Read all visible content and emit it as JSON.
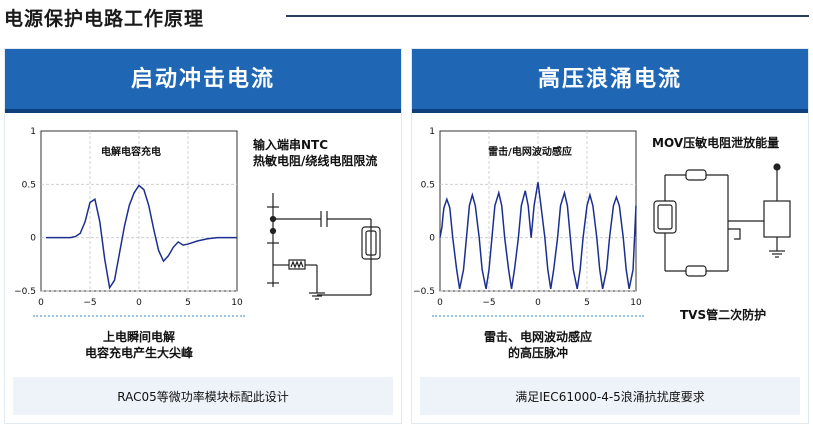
{
  "page": {
    "title": "电源保护电路工作原理"
  },
  "left_panel": {
    "header": "启动冲击电流",
    "chart_title": "电解电容充电",
    "side_title_line1": "输入端串NTC",
    "side_title_line2": "热敏电阻/绕线电阻限流",
    "caption_line1": "上电瞬间电解",
    "caption_line2": "电容充电产生大尖峰",
    "footer": "RAC05等微功率模块标配此设计"
  },
  "right_panel": {
    "header": "高压浪涌电流",
    "chart_title": "雷击/电网波动感应",
    "side_title_top": "MOV压敏电阻泄放能量",
    "side_title_bottom": "TVS管二次防护",
    "caption_line1": "雷击、电网波动感应",
    "caption_line2": "的高压脉冲",
    "footer": "满足IEC61000-4-5浪涌抗扰度要求"
  },
  "chart_data": [
    {
      "type": "line",
      "title": "电解电容充电",
      "xlim": [
        -10,
        10
      ],
      "ylim": [
        -0.5,
        1
      ],
      "x_ticks": [
        "0",
        "−5",
        "0",
        "5",
        "10"
      ],
      "y_ticks": [
        "1",
        "0.5",
        "0",
        "−0.5"
      ],
      "grid": true,
      "color": "#1c2f8f",
      "series": [
        {
          "x": [
            -9.5,
            -7,
            -6.5,
            -6,
            -5.5,
            -5,
            -4.5,
            -4,
            -3.5,
            -3,
            -2.5,
            -2,
            -1.5,
            -1,
            -0.5,
            0,
            0.5,
            1,
            1.5,
            2,
            2.5,
            3,
            3.5,
            4,
            4.5,
            5,
            6,
            7,
            8,
            9,
            10
          ],
          "y": [
            0,
            0,
            0.01,
            0.04,
            0.15,
            0.33,
            0.36,
            0.15,
            -0.2,
            -0.47,
            -0.4,
            -0.15,
            0.1,
            0.3,
            0.42,
            0.49,
            0.45,
            0.3,
            0.08,
            -0.12,
            -0.22,
            -0.17,
            -0.09,
            -0.04,
            -0.07,
            -0.06,
            -0.03,
            -0.01,
            0,
            0,
            0
          ]
        }
      ]
    },
    {
      "type": "line",
      "title": "雷击/电网波动感应",
      "xlim": [
        -10,
        10
      ],
      "ylim": [
        -0.5,
        1
      ],
      "x_ticks": [
        "0",
        "−5",
        "0",
        "5",
        "10"
      ],
      "y_ticks": [
        "1",
        "0.5",
        "0",
        "−0.5"
      ],
      "grid": true,
      "color": "#1c2f8f",
      "series": [
        {
          "x": [
            -10,
            -9.8,
            -9.7,
            -9.6,
            -9.3,
            -9,
            -8.7,
            -8.3,
            -8,
            -7.6,
            -7.3,
            -7,
            -6.7,
            -6.4,
            -6,
            -5.7,
            -5.3,
            -5,
            -4.7,
            -4.4,
            -4,
            -3.7,
            -3.4,
            -3,
            -2.7,
            -2.4,
            -2,
            -1.7,
            -1.3,
            -1,
            -0.7,
            -0.4,
            0,
            0.3,
            0.7,
            1,
            1.3,
            1.6,
            2,
            2.3,
            2.7,
            3,
            3.3,
            3.6,
            4,
            4.3,
            4.6,
            5,
            5.3,
            5.6,
            6,
            6.3,
            6.6,
            7,
            7.3,
            7.7,
            8,
            8.3,
            8.7,
            9,
            9.3,
            9.7,
            10
          ],
          "y": [
            0.0,
            0.1,
            0.2,
            0.28,
            0.36,
            0.28,
            0.0,
            -0.3,
            -0.48,
            -0.3,
            0.0,
            0.3,
            0.4,
            0.3,
            0.0,
            -0.3,
            -0.48,
            -0.3,
            0.0,
            0.3,
            0.42,
            0.3,
            0.0,
            -0.3,
            -0.48,
            -0.3,
            0.0,
            0.3,
            0.44,
            0.3,
            0.0,
            0.3,
            0.52,
            0.3,
            0.0,
            -0.3,
            -0.48,
            -0.3,
            0.0,
            0.3,
            0.42,
            0.3,
            0.0,
            -0.3,
            -0.48,
            -0.3,
            0.0,
            0.3,
            0.4,
            0.3,
            0.0,
            -0.3,
            -0.48,
            -0.3,
            0.0,
            0.3,
            0.38,
            0.3,
            0.0,
            -0.3,
            -0.48,
            -0.3,
            0.3
          ]
        }
      ]
    }
  ]
}
